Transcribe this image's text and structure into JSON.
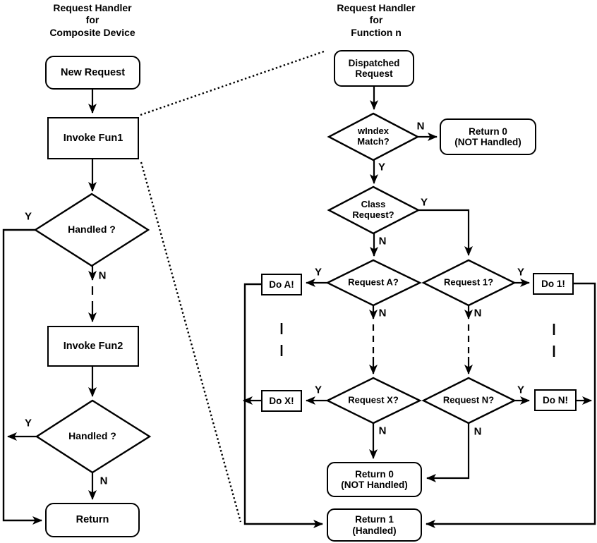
{
  "colors": {
    "ink": "#000000",
    "background": "#ffffff"
  },
  "yn": {
    "yes": "Y",
    "no": "N"
  },
  "left_chart": {
    "title": "Request Handler\nfor\nComposite Device",
    "nodes": {
      "new_request": "New Request",
      "invoke_fun1": "Invoke Fun1",
      "handled_1": "Handled ?",
      "invoke_fun2": "Invoke Fun2",
      "handled_2": "Handled ?",
      "return": "Return"
    }
  },
  "right_chart": {
    "title": "Request Handler\nfor\nFunction n",
    "nodes": {
      "dispatched_request": "Dispatched\nRequest",
      "windex_match": "wIndex\nMatch?",
      "return_0_top": "Return 0\n(NOT Handled)",
      "class_request": "Class\nRequest?",
      "request_a": "Request A?",
      "request_1": "Request 1?",
      "do_a": "Do A!",
      "do_1": "Do 1!",
      "request_x": "Request X?",
      "request_n": "Request N?",
      "do_x": "Do X!",
      "do_n": "Do N!",
      "return_0_bottom": "Return 0\n(NOT Handled)",
      "return_1": "Return 1\n(Handled)"
    }
  }
}
